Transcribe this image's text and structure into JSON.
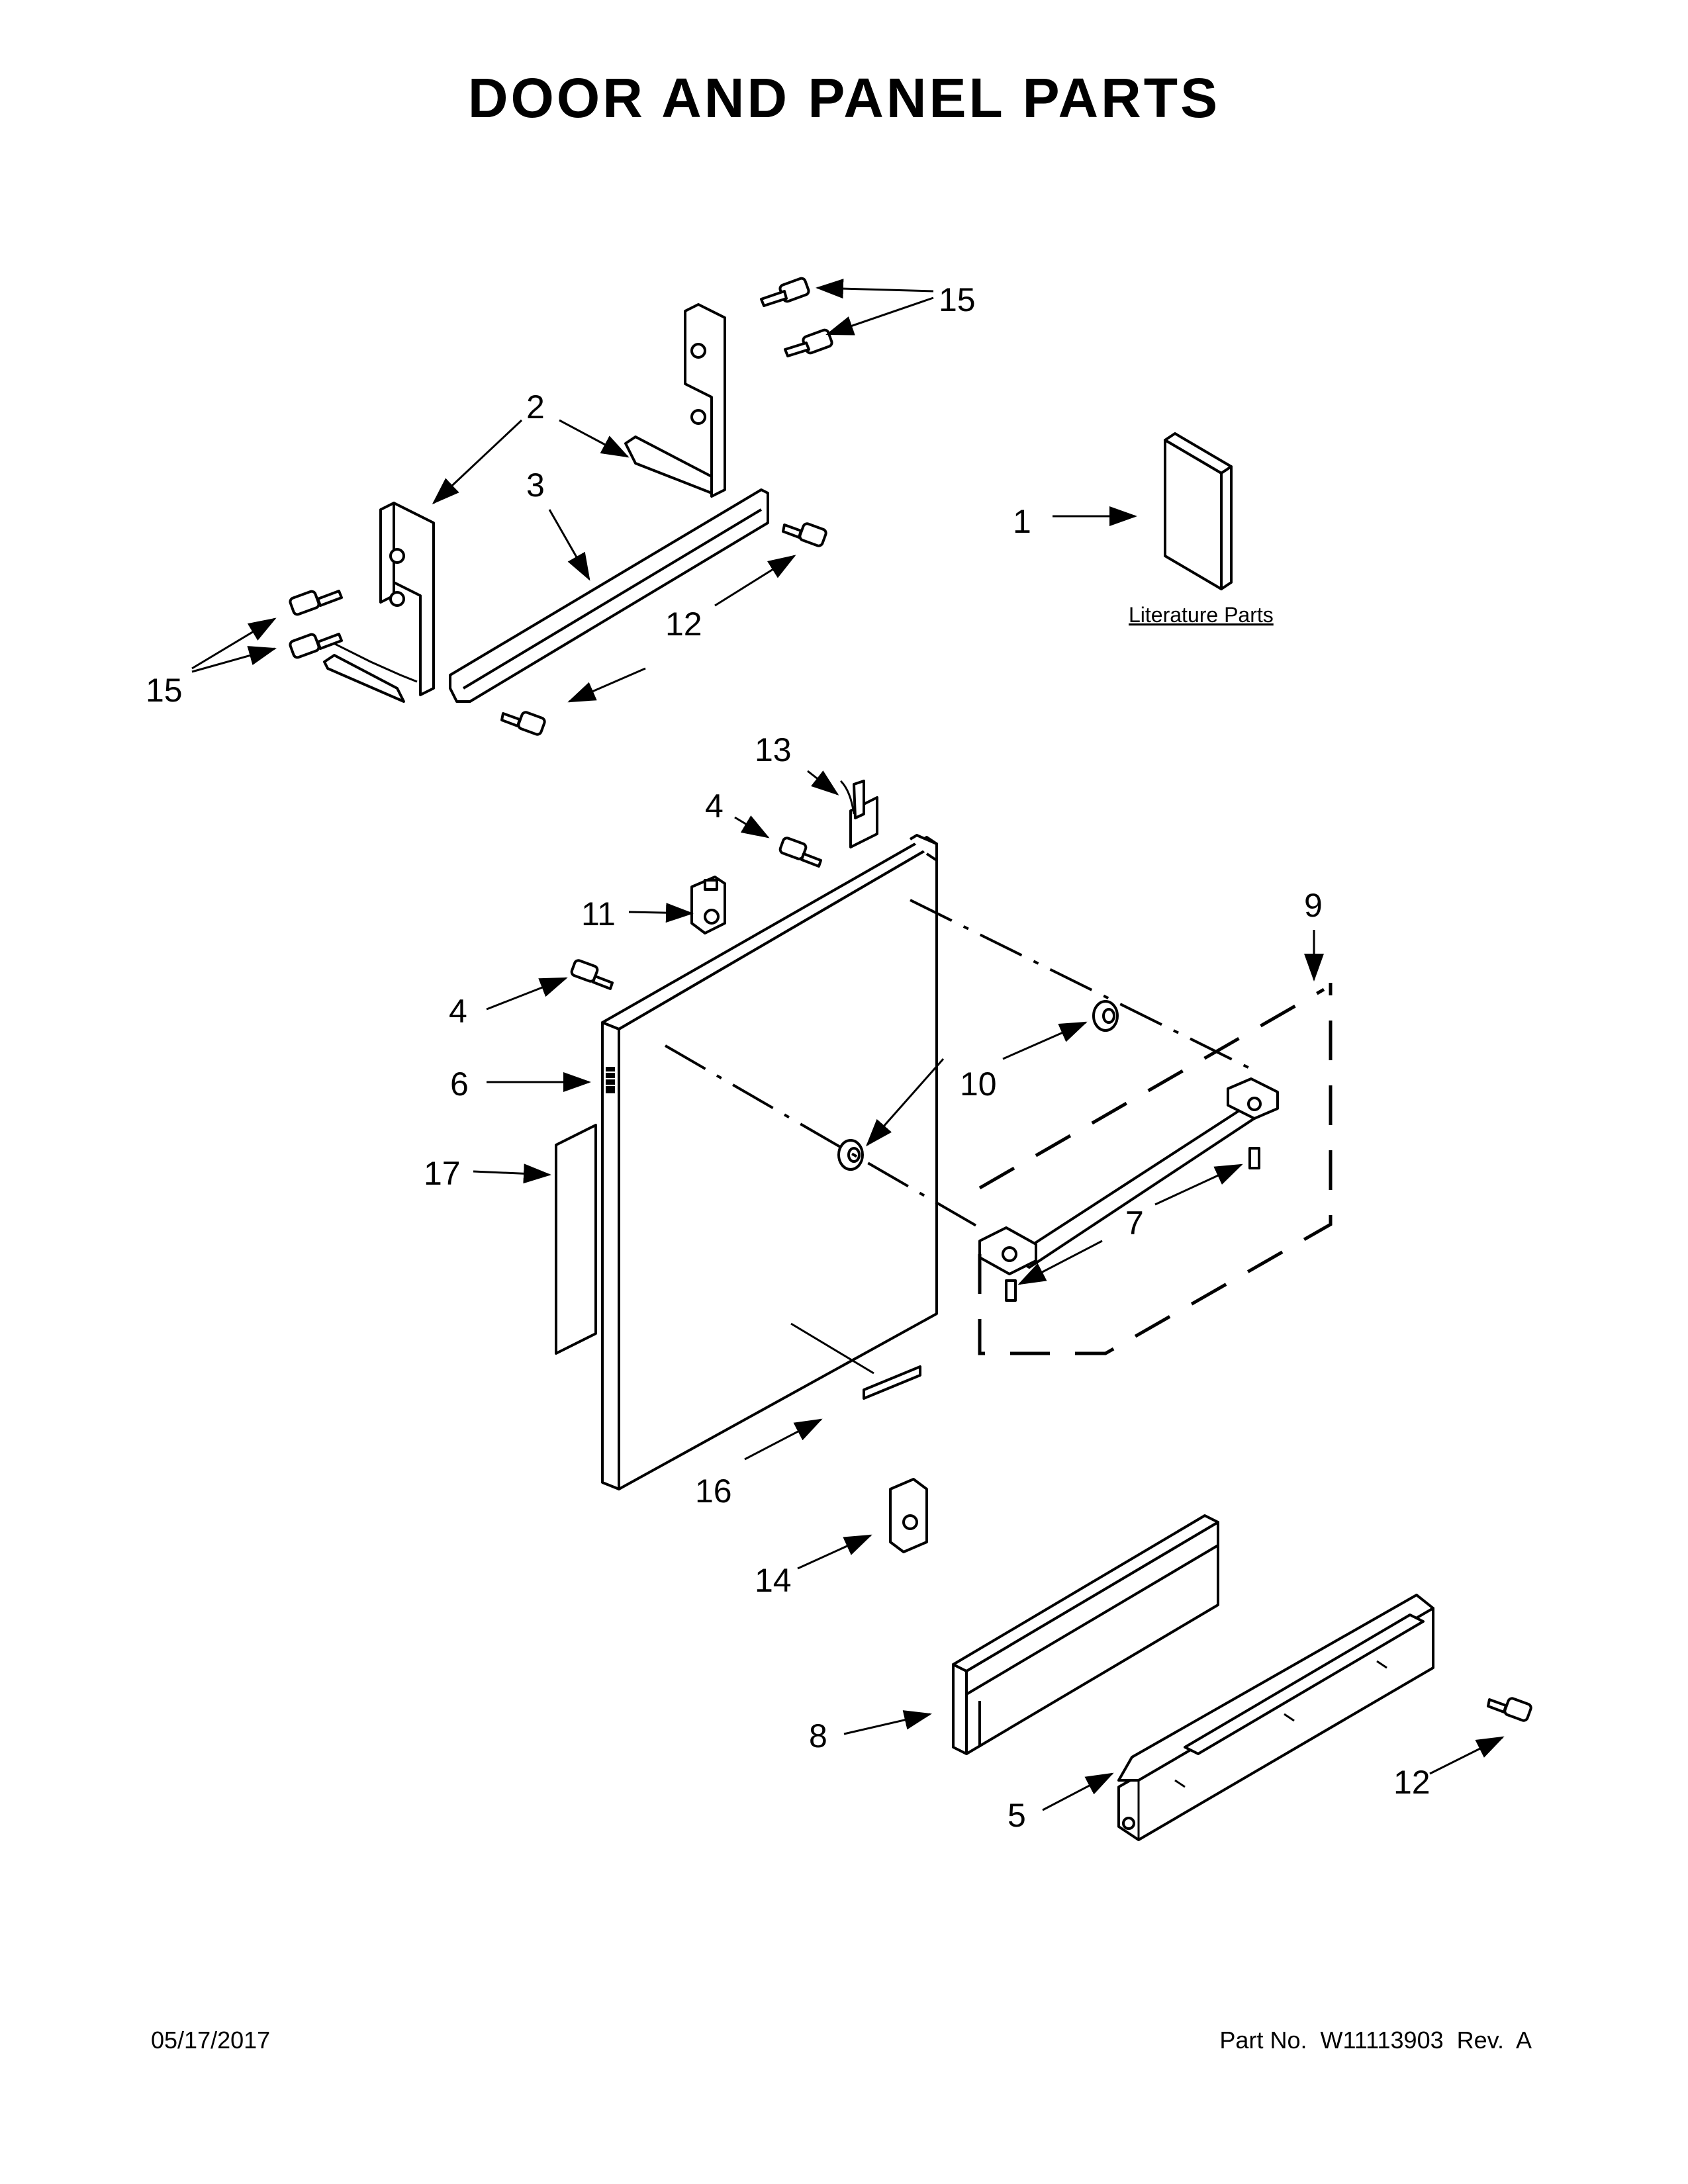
{
  "title": "DOOR AND PANEL PARTS",
  "literature_label": "Literature Parts",
  "footer": {
    "date": "05/17/2017",
    "part_number": "Part No.  W11113903  Rev.  A"
  },
  "callouts": {
    "c1": "1",
    "c2": "2",
    "c3": "3",
    "c4a": "4",
    "c4b": "4",
    "c5": "5",
    "c6": "6",
    "c7": "7",
    "c8": "8",
    "c9": "9",
    "c10": "10",
    "c11": "11",
    "c12a": "12",
    "c12b": "12",
    "c13": "13",
    "c14": "14",
    "c15a": "15",
    "c15b": "15",
    "c16": "16",
    "c17": "17"
  }
}
